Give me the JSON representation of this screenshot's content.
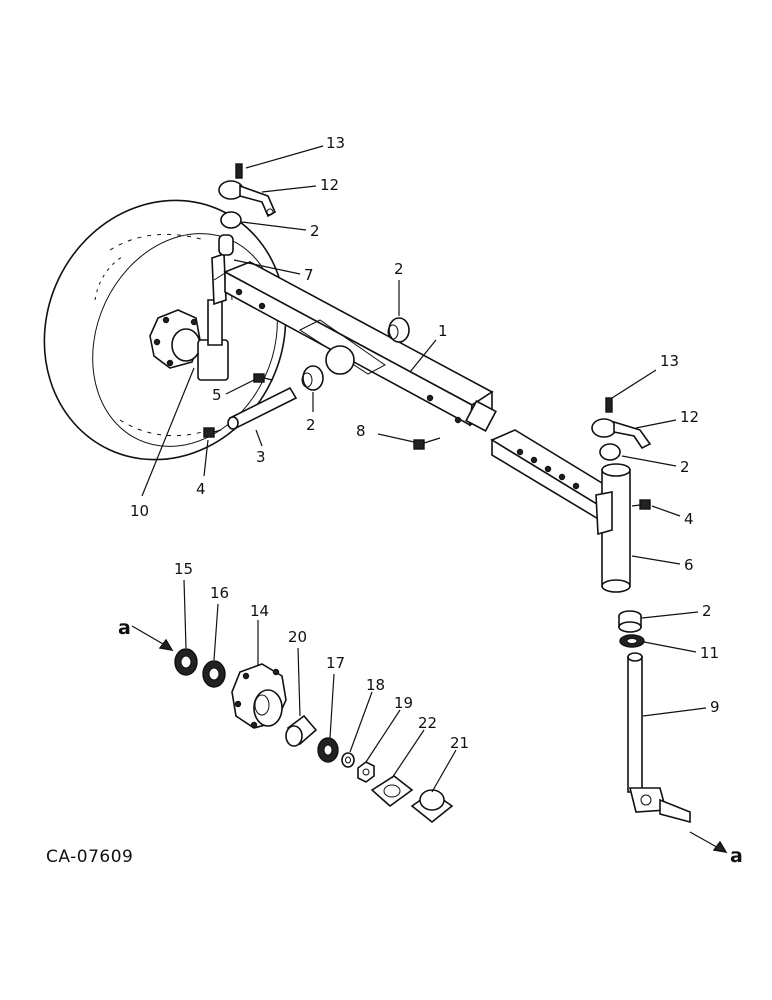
{
  "diagram": {
    "code": "CA-07609",
    "arrow_letter": "a",
    "callouts": [
      {
        "id": "c13a",
        "label": "13"
      },
      {
        "id": "c12a",
        "label": "12"
      },
      {
        "id": "c2a",
        "label": "2"
      },
      {
        "id": "c7",
        "label": "7"
      },
      {
        "id": "c2b",
        "label": "2"
      },
      {
        "id": "c1",
        "label": "1"
      },
      {
        "id": "c5",
        "label": "5"
      },
      {
        "id": "c2c",
        "label": "2"
      },
      {
        "id": "c3",
        "label": "3"
      },
      {
        "id": "c4a",
        "label": "4"
      },
      {
        "id": "c10",
        "label": "10"
      },
      {
        "id": "c8",
        "label": "8"
      },
      {
        "id": "c13b",
        "label": "13"
      },
      {
        "id": "c12b",
        "label": "12"
      },
      {
        "id": "c2d",
        "label": "2"
      },
      {
        "id": "c4b",
        "label": "4"
      },
      {
        "id": "c6",
        "label": "6"
      },
      {
        "id": "c2e",
        "label": "2"
      },
      {
        "id": "c11",
        "label": "11"
      },
      {
        "id": "c9",
        "label": "9"
      },
      {
        "id": "c15",
        "label": "15"
      },
      {
        "id": "c16",
        "label": "16"
      },
      {
        "id": "c14",
        "label": "14"
      },
      {
        "id": "c20",
        "label": "20"
      },
      {
        "id": "c17",
        "label": "17"
      },
      {
        "id": "c18",
        "label": "18"
      },
      {
        "id": "c19",
        "label": "19"
      },
      {
        "id": "c22",
        "label": "22"
      },
      {
        "id": "c21",
        "label": "21"
      }
    ]
  }
}
